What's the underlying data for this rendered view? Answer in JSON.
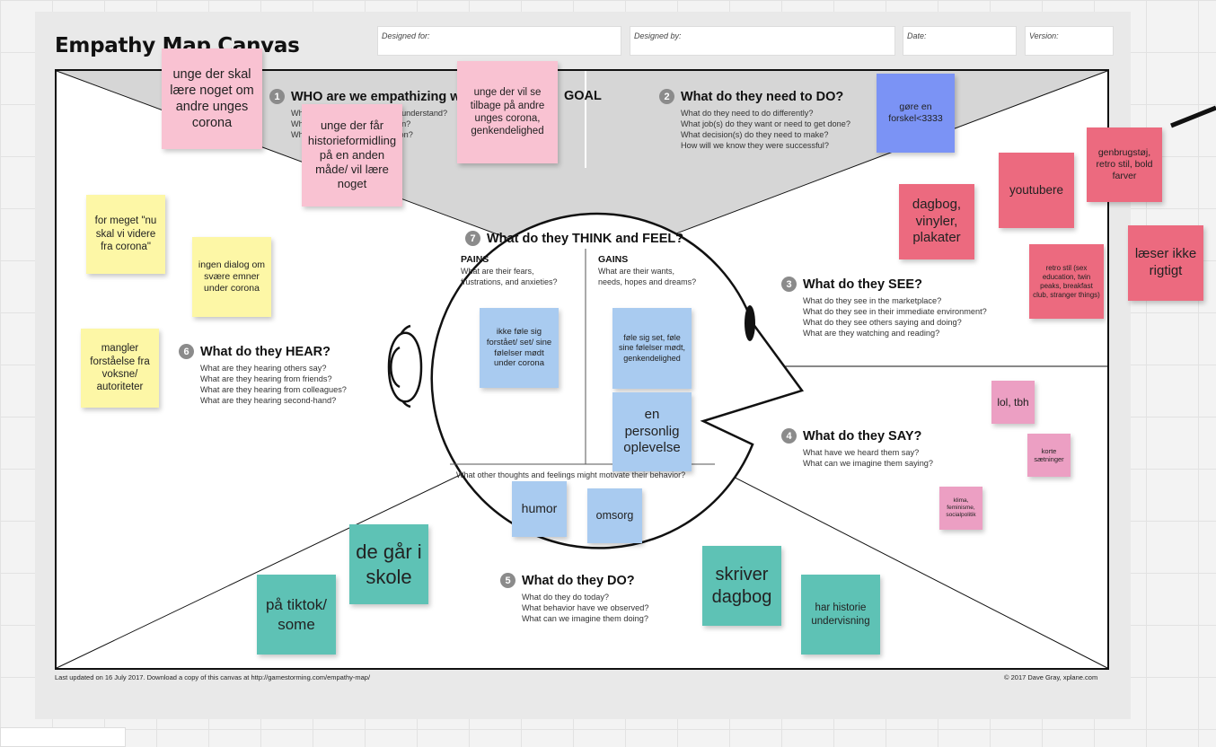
{
  "header": {
    "title": "Empathy Map Canvas",
    "designed_for": "Designed for:",
    "designed_by": "Designed by:",
    "date": "Date:",
    "version": "Version:"
  },
  "sections": {
    "who": {
      "num": "1",
      "title": "WHO are we empathizing with?",
      "q": [
        "Who is the person we want to understand?",
        "What is the situation they are in?",
        "What is their role in the situation?"
      ]
    },
    "goal": {
      "title": "GOAL"
    },
    "do_need": {
      "num": "2",
      "title": "What do they need to DO?",
      "q": [
        "What do they need to do differently?",
        "What job(s) do they want or need to get done?",
        "What decision(s) do they need to make?",
        "How will we know they were successful?"
      ]
    },
    "see": {
      "num": "3",
      "title": "What do they SEE?",
      "q": [
        "What do they see in the marketplace?",
        "What do they see in their immediate environment?",
        "What do they see others saying and doing?",
        "What are they watching and reading?"
      ]
    },
    "say": {
      "num": "4",
      "title": "What do they SAY?",
      "q": [
        "What have we heard them say?",
        "What can we imagine them saying?"
      ]
    },
    "do": {
      "num": "5",
      "title": "What do they DO?",
      "q": [
        "What do they do today?",
        "What behavior have we observed?",
        "What can we imagine them doing?"
      ]
    },
    "hear": {
      "num": "6",
      "title": "What do they HEAR?",
      "q": [
        "What are they hearing others say?",
        "What are they hearing from friends?",
        "What are they hearing from colleagues?",
        "What are they hearing second-hand?"
      ]
    },
    "think": {
      "num": "7",
      "title": "What do they THINK and FEEL?"
    },
    "pains": {
      "title": "PAINS",
      "q": [
        "What are their fears,",
        "frustrations, and anxieties?"
      ]
    },
    "gains": {
      "title": "GAINS",
      "q": [
        "What are their wants,",
        "needs, hopes and dreams?"
      ]
    },
    "other": {
      "text": "What other thoughts and feelings might motivate their behavior?"
    }
  },
  "footer": {
    "left": "Last updated on 16 July 2017. Download a copy of this canvas at http://gamestorming.com/empathy-map/",
    "right": "© 2017 Dave Gray, xplane.com"
  },
  "notes": {
    "n1": "unge der skal lære noget om andre unges corona",
    "n2": "unge der får historieformidling på en anden måde/ vil lære noget",
    "n3": "unge der vil se tilbage på andre unges corona, genkendelighed",
    "n4": "gøre en forskel<3333",
    "n5": "genbrugstøj, retro stil, bold farver",
    "n6": "youtubere",
    "n7": "dagbog, vinyler, plakater",
    "n8": "læser ikke rigtigt",
    "n9": "retro stil (sex education, twin peaks, breakfast club, stranger things)",
    "n10": "for meget \"nu skal vi videre fra corona\"",
    "n11": "ingen dialog om svære emner under corona",
    "n12": "mangler forståelse fra voksne/ autoriteter",
    "n13": "ikke føle sig forstået/ set/ sine følelser mødt under corona",
    "n14": "føle sig set, føle sine følelser mødt, genkendelighed",
    "n15": "en personlig oplevelse",
    "n16": "humor",
    "n17": "omsorg",
    "n18": "lol, tbh",
    "n19": "korte sætninger",
    "n20": "klima, feminisme, socialpolitik",
    "n21": "de går i skole",
    "n22": "på tiktok/ some",
    "n23": "skriver dagbog",
    "n24": "har historie undervisning"
  }
}
